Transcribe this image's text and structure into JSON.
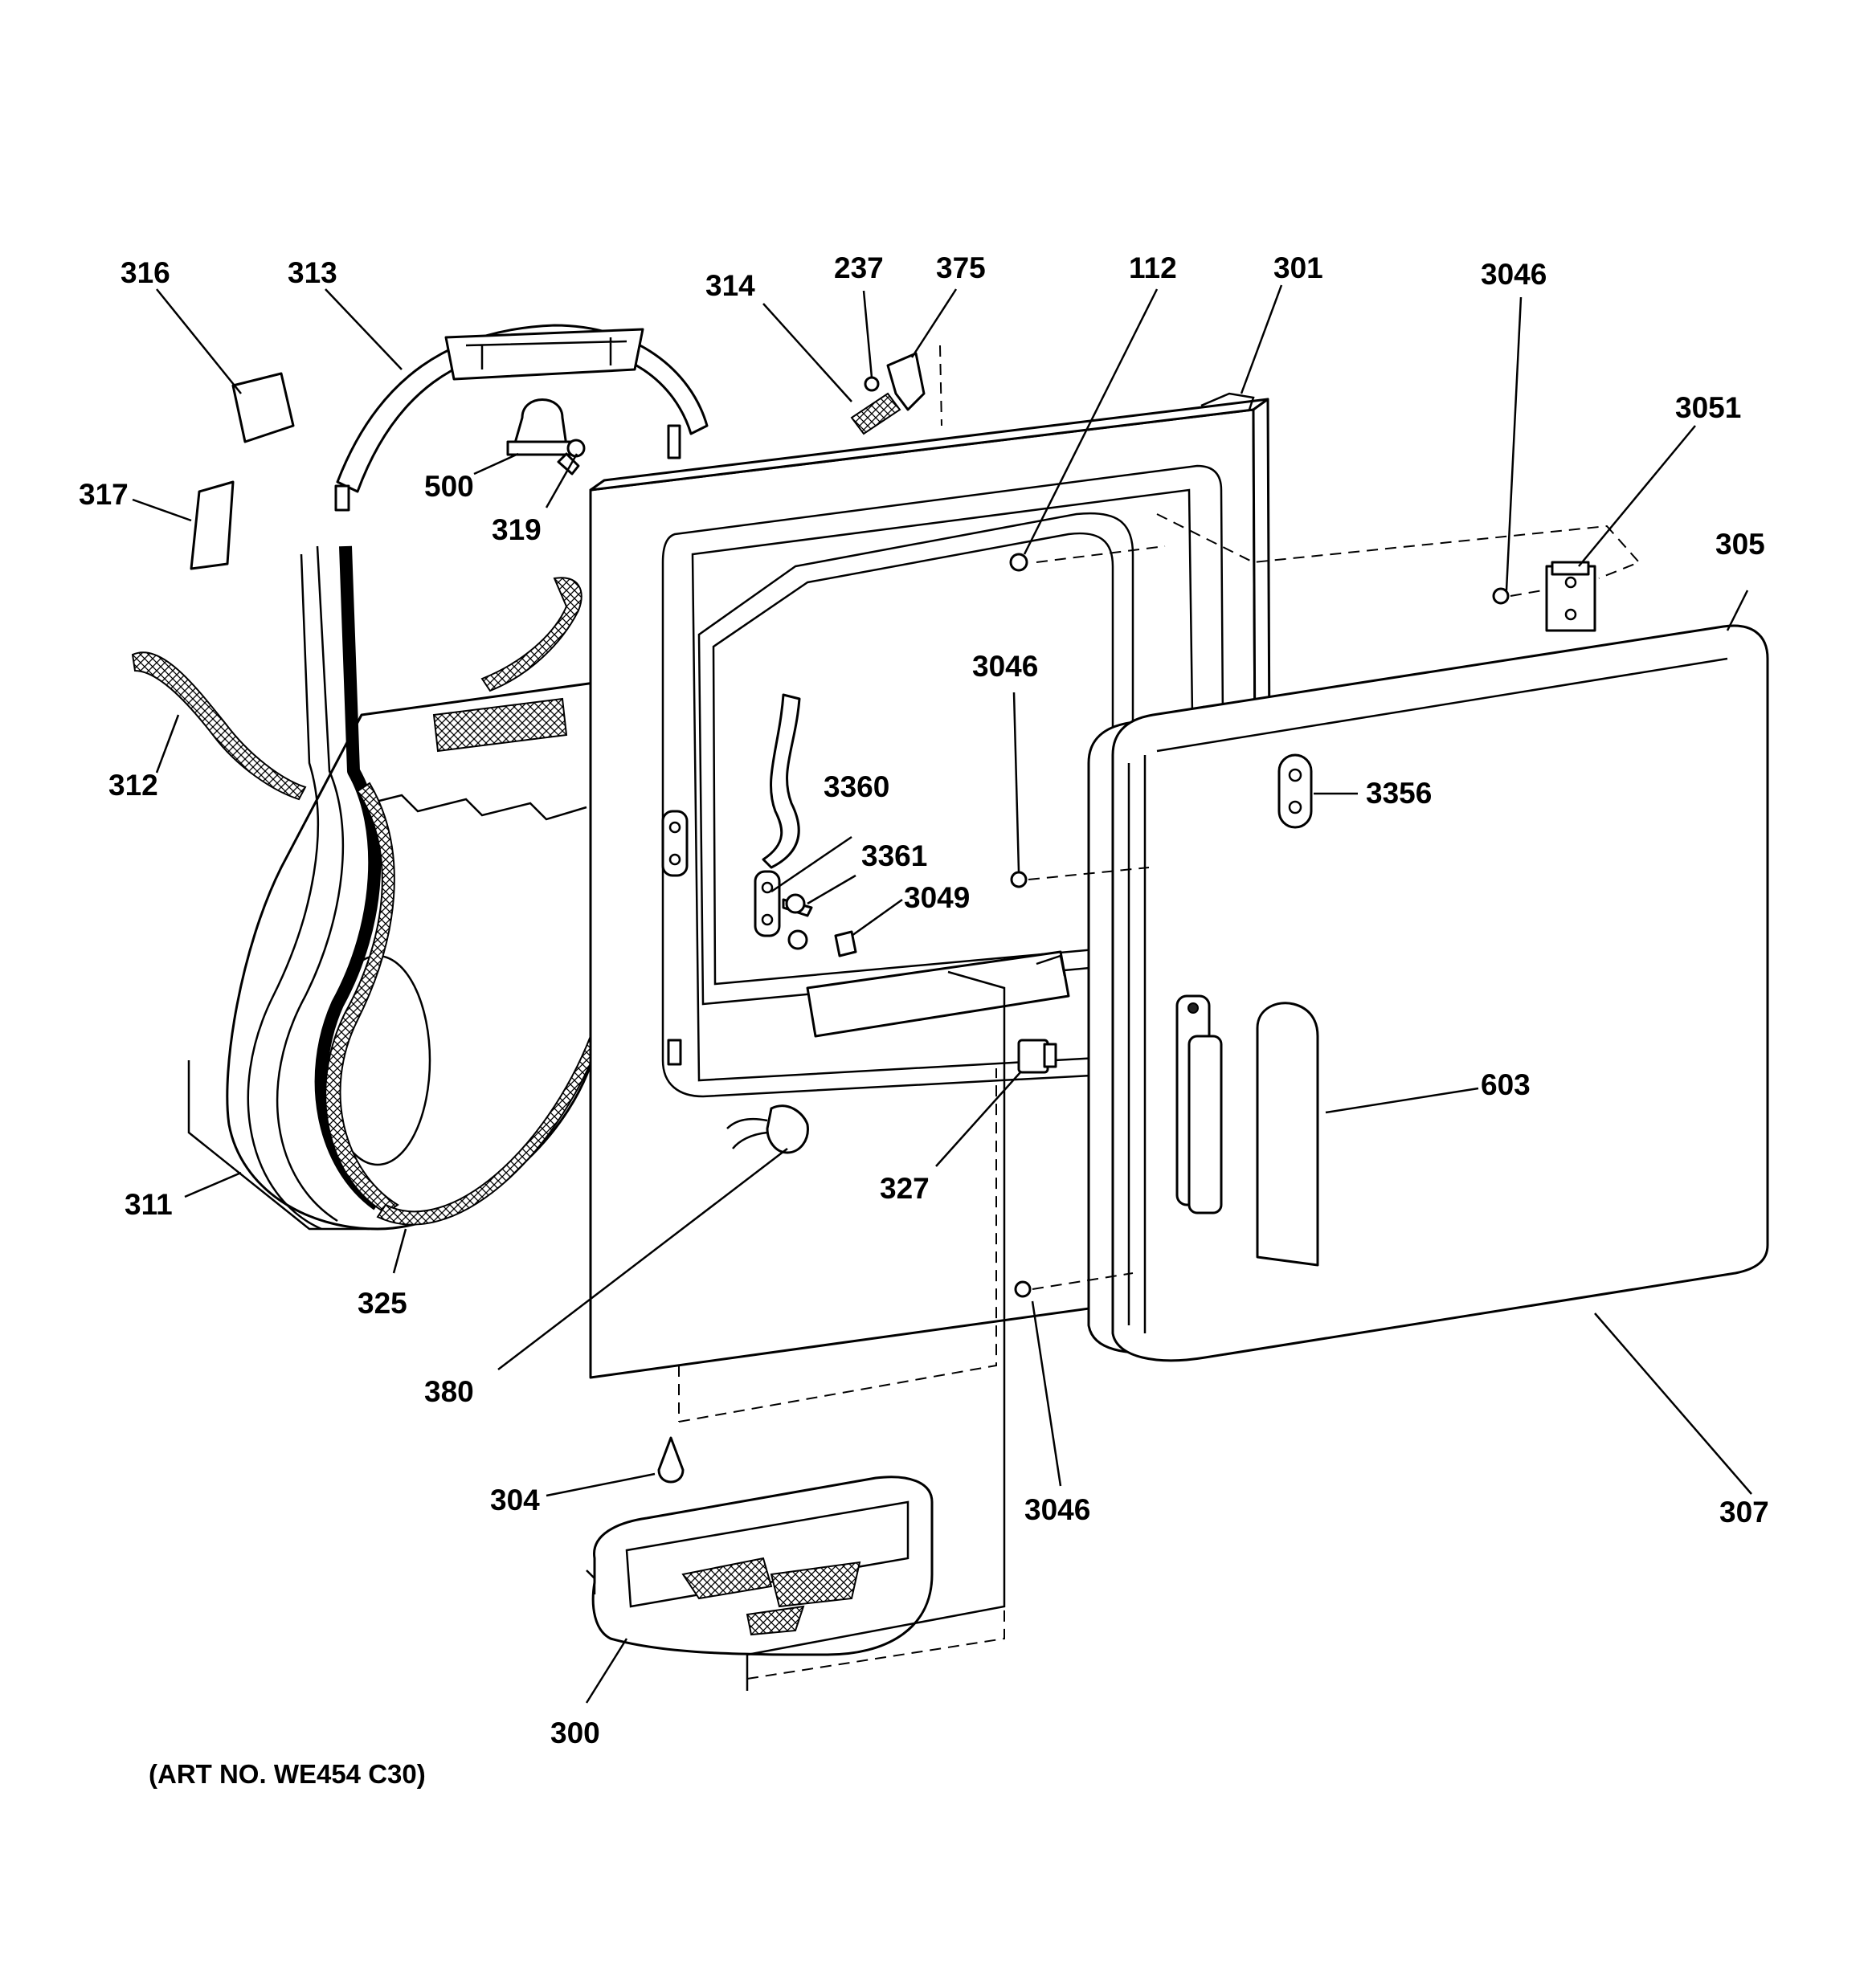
{
  "callouts": {
    "c316": "316",
    "c313": "313",
    "c314": "314",
    "c237": "237",
    "c375": "375",
    "c112": "112",
    "c301": "301",
    "c3046a": "3046",
    "c3051": "3051",
    "c305": "305",
    "c317": "317",
    "c500": "500",
    "c319": "319",
    "c312": "312",
    "c3046b": "3046",
    "c3360": "3360",
    "c3356": "3356",
    "c3361": "3361",
    "c3049": "3049",
    "c603": "603",
    "c327": "327",
    "c311": "311",
    "c325": "325",
    "c380": "380",
    "c304": "304",
    "c3046c": "3046",
    "c307": "307",
    "c300": "300"
  },
  "art_number": "(ART NO. WE454 C30)"
}
